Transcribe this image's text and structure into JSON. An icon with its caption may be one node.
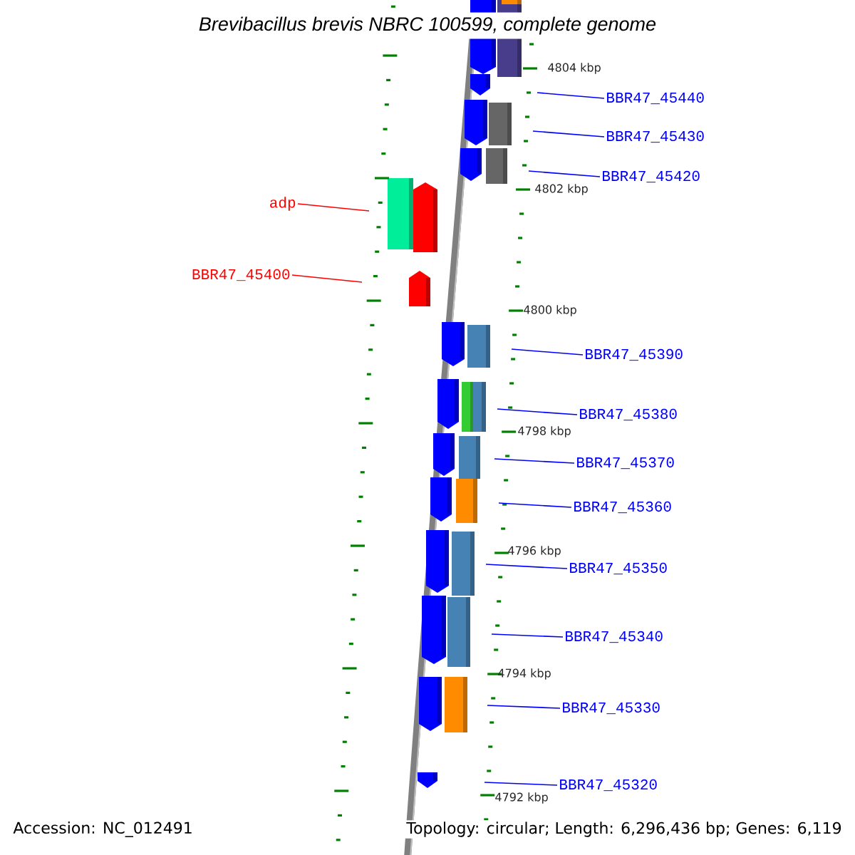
{
  "diagram": {
    "title": "Brevibacillus brevis NBRC 100599, complete genome",
    "nodes": [
      {
        "text": [
          "BBR47_45440"
        ]
      },
      {
        "text": [
          "BBR47_45430"
        ]
      },
      {
        "text": [
          "BBR47_45420"
        ]
      },
      {
        "text": [
          "adp"
        ]
      },
      {
        "text": [
          "BBR47_45400"
        ]
      },
      {
        "text": [
          "BBR47_45390"
        ]
      },
      {
        "text": [
          "BBR47_45380"
        ]
      },
      {
        "text": [
          "BBR47_45370"
        ]
      },
      {
        "text": [
          "BBR47_45360"
        ]
      },
      {
        "text": [
          "BBR47_45350"
        ]
      },
      {
        "text": [
          "BBR47_45340"
        ]
      },
      {
        "text": [
          "BBR47_45330"
        ]
      },
      {
        "text": [
          "BBR47_45320"
        ]
      }
    ],
    "edges": [
      {
        "from": 0,
        "to": null,
        "arrow": "none"
      },
      {
        "from": 1,
        "to": null,
        "arrow": "none"
      },
      {
        "from": 2,
        "to": null,
        "arrow": "none"
      },
      {
        "from": 3,
        "to": null,
        "arrow": "none",
        "color": "#ff0000"
      },
      {
        "from": 4,
        "to": null,
        "arrow": "none",
        "color": "#ff0000"
      },
      {
        "from": 5,
        "to": null,
        "arrow": "none"
      },
      {
        "from": 6,
        "to": null,
        "arrow": "none"
      },
      {
        "from": 7,
        "to": null,
        "arrow": "none"
      },
      {
        "from": 8,
        "to": null,
        "arrow": "none"
      },
      {
        "from": 9,
        "to": null,
        "arrow": "none"
      },
      {
        "from": 10,
        "to": null,
        "arrow": "none"
      },
      {
        "from": 11,
        "to": null,
        "arrow": "none"
      },
      {
        "from": 12,
        "to": null,
        "arrow": "none"
      }
    ],
    "labels": [
      "4804 kbp",
      "4802 kbp",
      "4800 kbp",
      "4798 kbp",
      "4796 kbp",
      "4794 kbp",
      "4792 kbp",
      "Accession: NC_012491",
      "Topology: circular; Length: 6,296,436 bp; Genes: 6,119"
    ]
  }
}
